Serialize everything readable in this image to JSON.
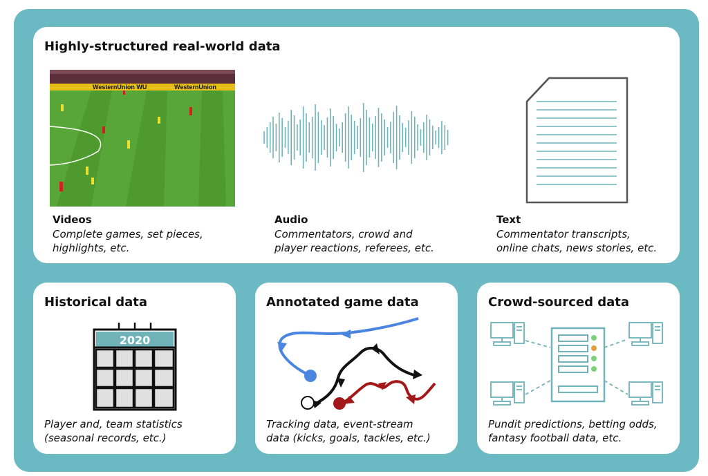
{
  "top": {
    "title": "Highly-structured real-world data",
    "videos": {
      "title": "Videos",
      "line1": "Complete games, set pieces,",
      "line2": "highlights, etc.",
      "ad_text": "WesternUnion WU"
    },
    "audio": {
      "title": "Audio",
      "line1": "Commentators, crowd and",
      "line2": "player reactions, referees, etc."
    },
    "text": {
      "title": "Text",
      "line1": "Commentator transcripts,",
      "line2": "online chats, news stories, etc."
    }
  },
  "historical": {
    "title": "Historical data",
    "year": "2020",
    "line1": "Player and, team statistics",
    "line2": "(seasonal records, etc.)"
  },
  "annotated": {
    "title": "Annotated game data",
    "line1": "Tracking data, event-stream",
    "line2": "data (kicks, goals, tackles, etc.)"
  },
  "crowd": {
    "title": "Crowd-sourced data",
    "line1": "Pundit predictions, betting odds,",
    "line2": "fantasy football data, etc."
  },
  "colors": {
    "frame": "#6bb9c3",
    "teal": "#6fb3b8",
    "blue": "#4a86e0",
    "red": "#a31818",
    "pitch": "#4e9a2f"
  }
}
